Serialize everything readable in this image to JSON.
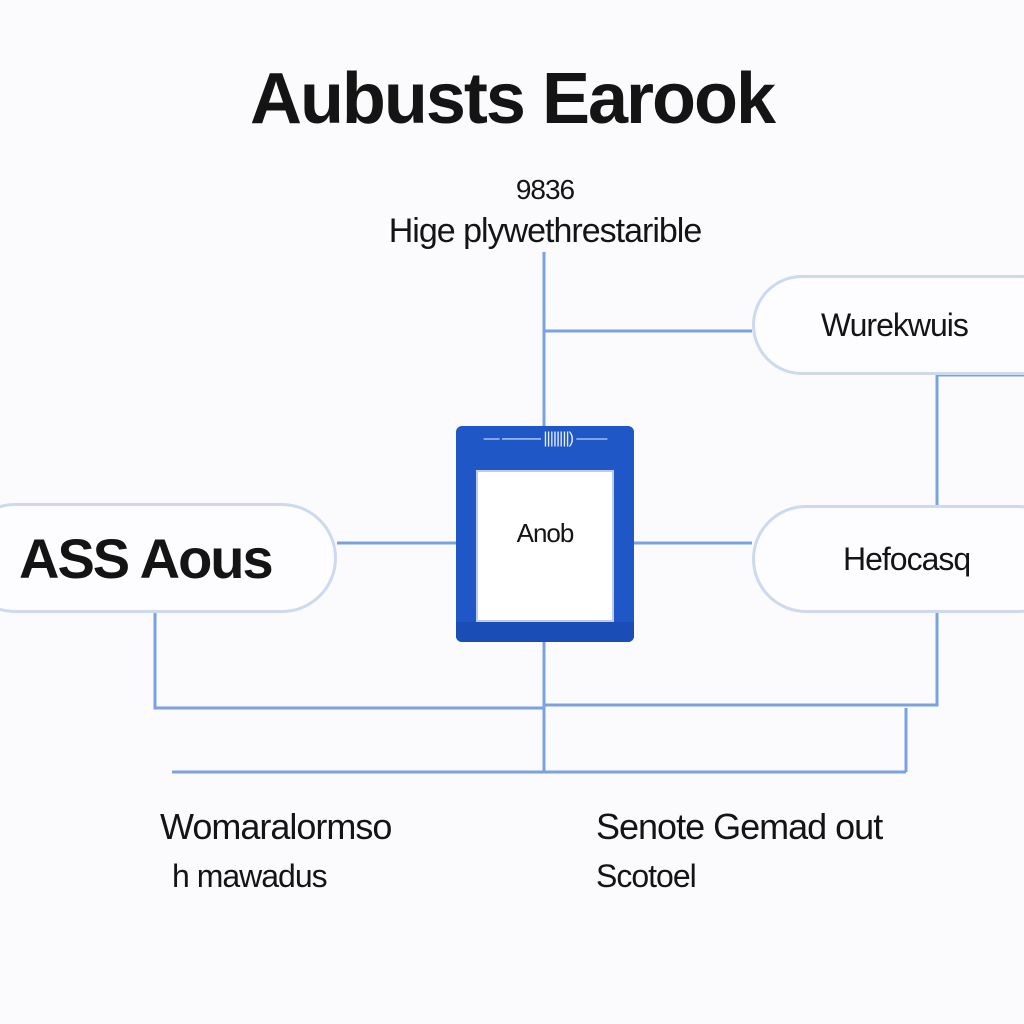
{
  "title": "Aubusts Earook",
  "top_caption": {
    "code": "9836",
    "line": "Hige plywethrestarible"
  },
  "nodes": {
    "left": "ASS Aous",
    "center_header": "— –—— ||||||||) ——",
    "center_label": "Anob",
    "right_top": "Wurekwuis",
    "right_mid": "Hefocasq"
  },
  "bottom_left": {
    "line1": "Womaralormso",
    "line2": "h mawadus"
  },
  "bottom_right": {
    "line1": "Senote Gemad out",
    "line2": "Scotoel"
  },
  "colors": {
    "connector": "#7aa2e2",
    "device": "#1f57c7",
    "pill_border": "#cdd9ee"
  }
}
